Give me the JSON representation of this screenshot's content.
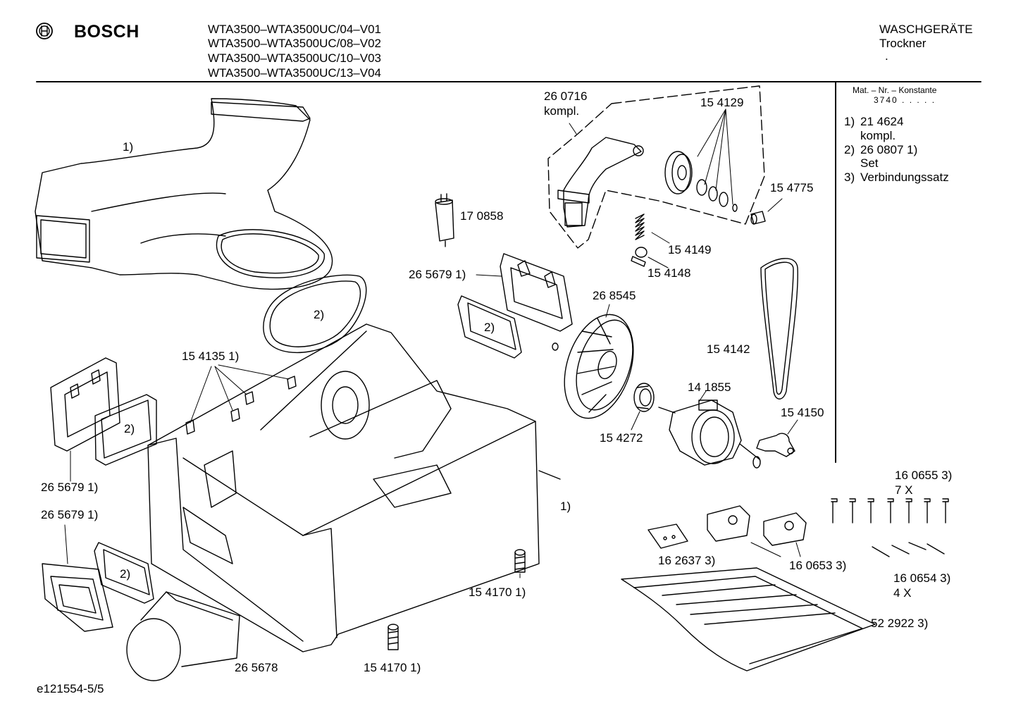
{
  "header": {
    "brand": "BOSCH",
    "models": [
      "WTA3500–WTA3500UC/04–V01",
      "WTA3500–WTA3500UC/08–V02",
      "WTA3500–WTA3500UC/10–V03",
      "WTA3500–WTA3500UC/13–V04"
    ],
    "category": "WASCHGERÄTE",
    "subcategory": "Trockner",
    "dot": "."
  },
  "legend": {
    "mat_label": "Mat. – Nr. – Konstante",
    "mat_value": "3740 . . . . .",
    "notes": [
      {
        "num": "1)",
        "text": "21 4624"
      },
      {
        "num": "",
        "text": "kompl."
      },
      {
        "num": "2)",
        "text": "26 0807 1)"
      },
      {
        "num": "",
        "text": "Set"
      },
      {
        "num": "3)",
        "text": "Verbindungssatz"
      }
    ]
  },
  "parts": {
    "duct_note": "1)",
    "p_260716": "26 0716",
    "p_260716_sub": "kompl.",
    "p_154129": "15 4129",
    "p_154775": "15 4775",
    "p_170858": "17 0858",
    "p_154149": "15 4149",
    "p_154148": "15 4148",
    "p_265679_mid": "26 5679 1)",
    "p_seal_oval": "2)",
    "p_seal_mid": "2)",
    "p_268545": "26 8545",
    "p_154142": "15 4142",
    "p_154135": "15 4135 1)",
    "p_seal_left": "2)",
    "p_141855": "14 1855",
    "p_154150": "15 4150",
    "p_154272": "15 4272",
    "p_265679_left": "26 5679 1)",
    "p_265679_low": "26 5679 1)",
    "p_housing_note": "1)",
    "p_160655": "16 0655 3)",
    "p_160655_qty": "7 X",
    "p_seal_low": "2)",
    "p_154170_right": "15 4170 1)",
    "p_162637": "16 2637 3)",
    "p_160653": "16 0653 3)",
    "p_160654": "16 0654 3)",
    "p_160654_qty": "4 X",
    "p_522922": "52 2922 3)",
    "p_265678": "26 5678",
    "p_154170_bottom": "15 4170 1)"
  },
  "footer": {
    "doc_id": "e121554-5/5"
  }
}
